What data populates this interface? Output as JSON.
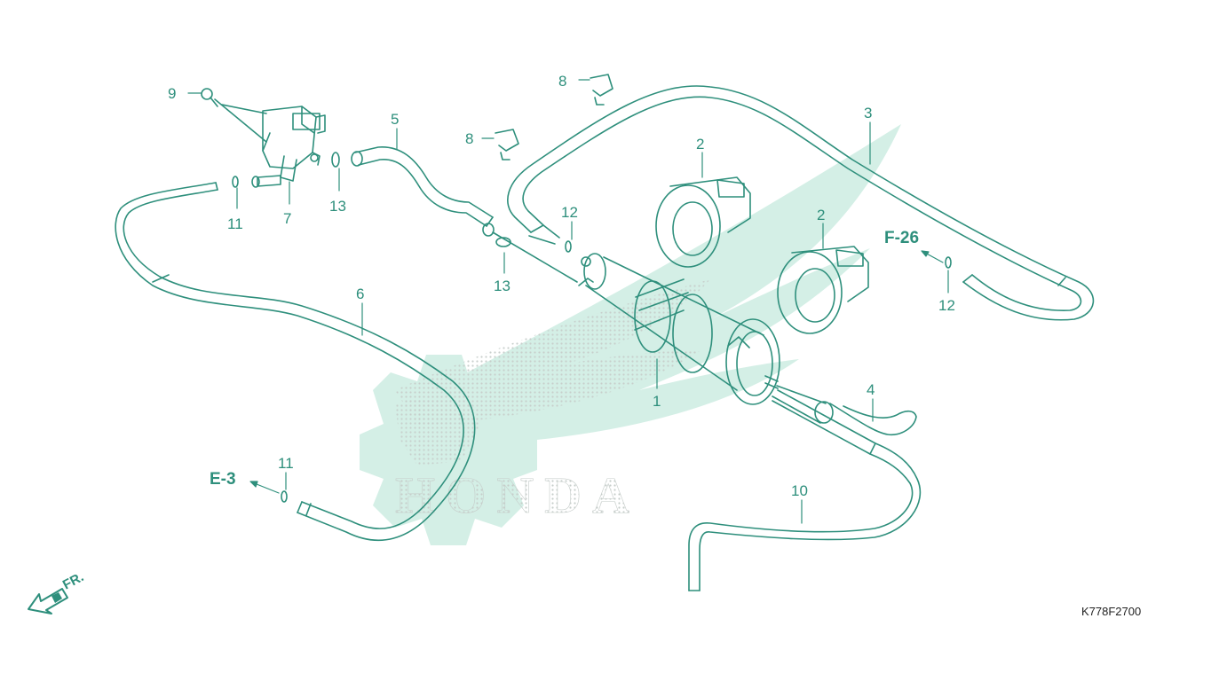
{
  "colors": {
    "line": "#2e8f7c",
    "watermark_fill": "#d4efe6",
    "watermark_dots": "#c6cdca",
    "text_dark": "#222222"
  },
  "callouts": {
    "c1": "1",
    "c2a": "2",
    "c2b": "2",
    "c3": "3",
    "c4": "4",
    "c5": "5",
    "c6": "6",
    "c7": "7",
    "c8a": "8",
    "c8b": "8",
    "c9": "9",
    "c10": "10",
    "c11a": "11",
    "c11b": "11",
    "c12a": "12",
    "c12b": "12",
    "c13a": "13",
    "c13b": "13"
  },
  "refs": {
    "e3": "E-3",
    "f26": "F-26"
  },
  "watermark": {
    "brand": "HONDA"
  },
  "front_marker": "FR.",
  "diagram_code": "K778F2700"
}
